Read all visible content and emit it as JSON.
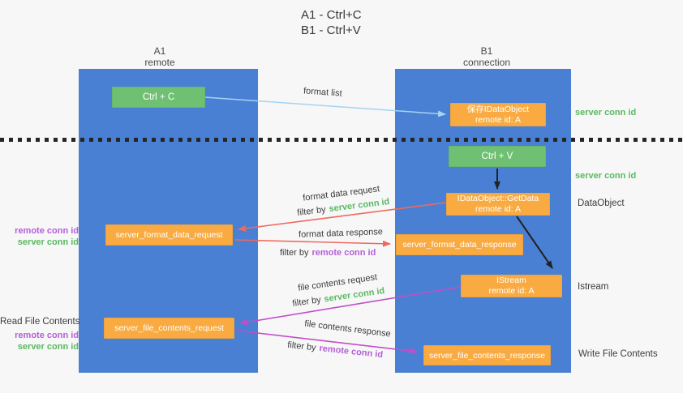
{
  "title": {
    "line1": "A1 - Ctrl+C",
    "line2": "B1 - Ctrl+V"
  },
  "columns": {
    "a1": {
      "name": "A1",
      "role": "remote"
    },
    "b1": {
      "name": "B1",
      "role": "connection"
    }
  },
  "nodes": {
    "ctrl_c": "Ctrl + C",
    "ctrl_v": "Ctrl + V",
    "save_dataobject": {
      "line1": "保存IDataObject",
      "line2": "remote id: A"
    },
    "getdata": {
      "line1": "IDataObject::GetData",
      "line2": "remote id: A"
    },
    "istream": {
      "line1": "IStream",
      "line2": "remote id: A"
    },
    "format_request": "server_format_data_request",
    "format_response": "server_format_data_response",
    "file_request": "server_file_contents_request",
    "file_response": "server_file_contents_response"
  },
  "arrow_labels": {
    "format_list": "format list",
    "format_data_request": "format data request",
    "format_data_response": "format data response",
    "file_contents_request": "file contents request",
    "file_contents_response": "file contents response",
    "filter_by": "filter by",
    "server_conn_id": "server conn id",
    "remote_conn_id": "remote conn id"
  },
  "side_labels": {
    "server_conn_id": "server conn id",
    "remote_conn_id": "remote conn id",
    "dataobject": "DataObject",
    "istream": "Istream",
    "read_file_contents": "Read File Contents",
    "write_file_contents": "Write File Contents"
  },
  "colors": {
    "column_blue": "#4a80d3",
    "button_green": "#6fc072",
    "box_orange": "#f9ab42",
    "accent_green": "#58b95f",
    "accent_purple": "#b45fd6",
    "arrow_red": "#ee6a5e",
    "arrow_magenta": "#c14ec7",
    "arrow_light_blue": "#a6d3f0",
    "arrow_black": "#222222"
  }
}
